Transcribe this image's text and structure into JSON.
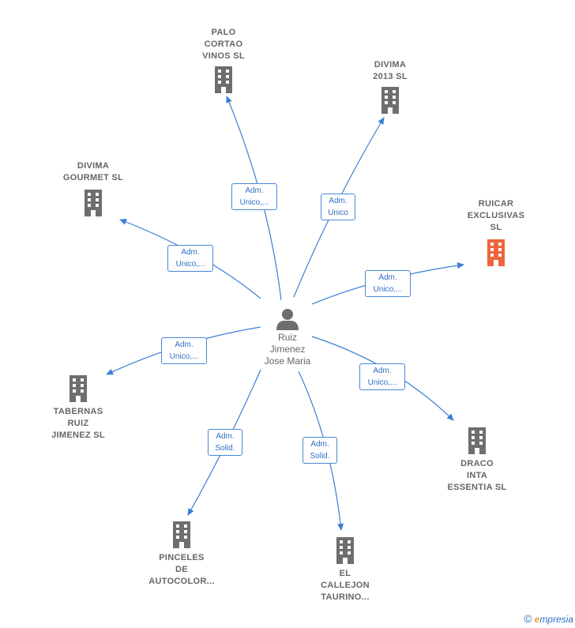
{
  "center": {
    "lines": [
      "Ruiz",
      "Jimenez",
      "Jose Maria"
    ]
  },
  "companies": [
    {
      "id": "palo",
      "lines": [
        "PALO",
        "CORTAO",
        "VINOS  SL"
      ],
      "highlight": false
    },
    {
      "id": "divima2013",
      "lines": [
        "DIVIMA",
        "2013 SL"
      ],
      "highlight": false
    },
    {
      "id": "gourmet",
      "lines": [
        "DIVIMA",
        "GOURMET SL"
      ],
      "highlight": false
    },
    {
      "id": "ruicar",
      "lines": [
        "RUICAR",
        "EXCLUSIVAS",
        "SL"
      ],
      "highlight": true
    },
    {
      "id": "tabernas",
      "lines": [
        "TABERNAS",
        "RUIZ",
        "JIMENEZ  SL"
      ],
      "highlight": false
    },
    {
      "id": "draco",
      "lines": [
        "DRACO",
        "INTA",
        "ESSENTIA  SL"
      ],
      "highlight": false
    },
    {
      "id": "pinceles",
      "lines": [
        "PINCELES",
        "DE",
        "AUTOCOLOR..."
      ],
      "highlight": false
    },
    {
      "id": "callejon",
      "lines": [
        "EL",
        "CALLEJON",
        "TAURINO..."
      ],
      "highlight": false
    }
  ],
  "relations": [
    {
      "id": "palo",
      "lines": [
        "Adm.",
        "Unico,..."
      ]
    },
    {
      "id": "divima2013",
      "lines": [
        "Adm.",
        "Unico"
      ]
    },
    {
      "id": "gourmet",
      "lines": [
        "Adm.",
        "Unico,..."
      ]
    },
    {
      "id": "ruicar",
      "lines": [
        "Adm.",
        "Unico,..."
      ]
    },
    {
      "id": "tabernas",
      "lines": [
        "Adm.",
        "Unico,..."
      ]
    },
    {
      "id": "draco",
      "lines": [
        "Adm.",
        "Unico,..."
      ]
    },
    {
      "id": "pinceles",
      "lines": [
        "Adm.",
        "Solid."
      ]
    },
    {
      "id": "callejon",
      "lines": [
        "Adm.",
        "Solid."
      ]
    }
  ],
  "footer": {
    "copyright": "©",
    "brand_initial": "e",
    "brand_rest": "mpresia"
  },
  "colors": {
    "edge": "#3a7fd5",
    "node": "#6e6e6e",
    "highlight": "#f0643a",
    "label_border": "#4a86d4"
  },
  "icons": {
    "company": "building-icon",
    "person": "person-icon"
  }
}
